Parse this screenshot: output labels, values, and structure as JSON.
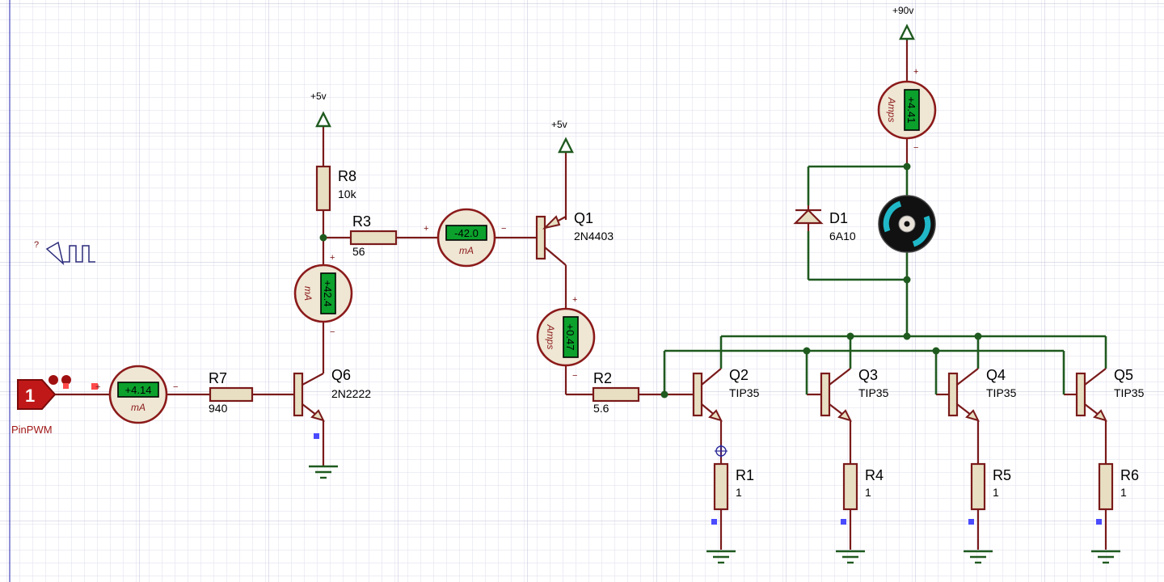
{
  "power": {
    "supply_5v_a": "+5v",
    "supply_5v_b": "+5v",
    "supply_90v": "+90v"
  },
  "generator": {
    "pin_number": "1",
    "pin_label": "PinPWM",
    "gen_marker": "?"
  },
  "resistors": {
    "R1": {
      "name": "R1",
      "value": "1"
    },
    "R2": {
      "name": "R2",
      "value": "5.6"
    },
    "R3": {
      "name": "R3",
      "value": "56"
    },
    "R4": {
      "name": "R4",
      "value": "1"
    },
    "R5": {
      "name": "R5",
      "value": "1"
    },
    "R6": {
      "name": "R6",
      "value": "1"
    },
    "R7": {
      "name": "R7",
      "value": "940"
    },
    "R8": {
      "name": "R8",
      "value": "10k"
    }
  },
  "transistors": {
    "Q1": {
      "name": "Q1",
      "part": "2N4403"
    },
    "Q2": {
      "name": "Q2",
      "part": "TIP35"
    },
    "Q3": {
      "name": "Q3",
      "part": "TIP35"
    },
    "Q4": {
      "name": "Q4",
      "part": "TIP35"
    },
    "Q5": {
      "name": "Q5",
      "part": "TIP35"
    },
    "Q6": {
      "name": "Q6",
      "part": "2N2222"
    }
  },
  "diode": {
    "name": "D1",
    "part": "6A10"
  },
  "meters": {
    "m_input": {
      "reading": "+4.14",
      "unit": "mA",
      "plus": "+",
      "minus": "−"
    },
    "m_r3": {
      "reading": "-42.0",
      "unit": "mA",
      "plus": "+",
      "minus": "−"
    },
    "m_r8": {
      "reading": "+42.4",
      "unit": "mA",
      "plus": "+",
      "minus": "−"
    },
    "m_q1": {
      "reading": "+0.47",
      "unit": "Amps",
      "plus": "+",
      "minus": "−"
    },
    "m_motor": {
      "reading": "+4.41",
      "unit": "Amps",
      "plus": "+",
      "minus": "−"
    }
  },
  "colors": {
    "wire": "#7a1a1a",
    "net_wire": "#1f5a1f",
    "grid_minor": "#dcdcee",
    "grid_major": "#c2c2da",
    "lcd": "#0ba12c",
    "terminal": "#c01818",
    "motor_ring": "#20b8c8"
  },
  "icons": {
    "generator": "square-wave-icon",
    "motor": "motor-icon",
    "ground": "ground-icon"
  }
}
